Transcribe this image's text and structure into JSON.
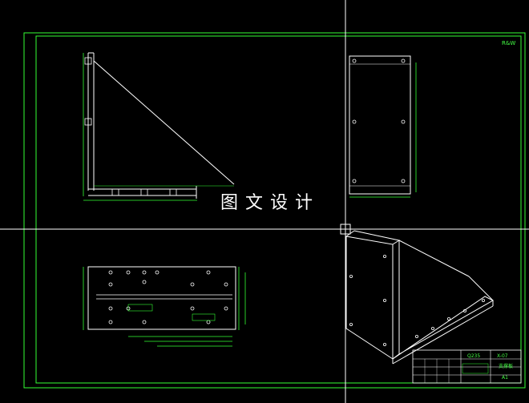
{
  "overlay": {
    "title": "图文设计"
  },
  "drawing": {
    "scale_mark": "R&W",
    "title_block": {
      "material": "Q235",
      "drawing_no": "X-07",
      "part_name": "支撑板",
      "sheet_size": "A1"
    }
  },
  "colors": {
    "background": "#000000",
    "frame": "#33ff33",
    "geometry": "#ffffff",
    "dimension": "#33ff33",
    "crosshair": "#ffffff",
    "title_text": "#ffffff"
  }
}
